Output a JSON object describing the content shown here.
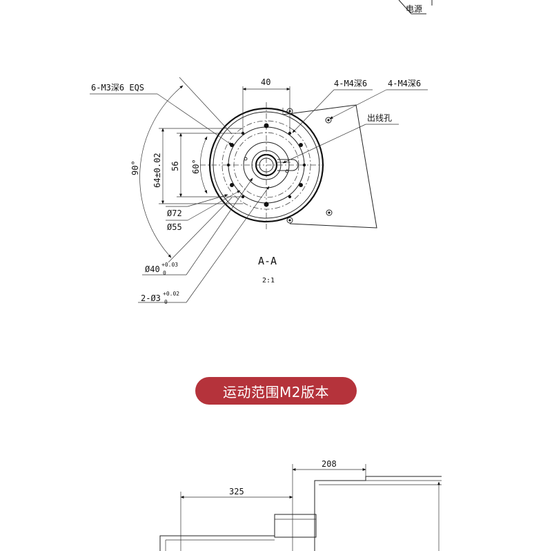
{
  "top_note": "电源",
  "section": {
    "title": "A-A",
    "scale": "2:1",
    "dim_40": "40",
    "callout_6m3": "6-M3深6  EQS",
    "callout_4m4_a": "4-M4深6",
    "callout_4m4_b": "4-M4深6",
    "callout_outlet": "出线孔",
    "angle_90": "90°",
    "dim_64": "64±0.02",
    "dim_56": "56",
    "angle_60": "60°",
    "dia_72": "Ø72",
    "dia_55": "Ø55",
    "dia_40": "Ø40",
    "dia_40_tol_upper": "+0.03",
    "dia_40_tol_lower": "0",
    "hole_2x3": "2-Ø3",
    "hole_2x3_tol_upper": "+0.02",
    "hole_2x3_tol_lower": "0"
  },
  "banner": {
    "label": "运动范围M2版本",
    "color": "#b5333b"
  },
  "bottom_view": {
    "dim_208": "208",
    "dim_325": "325"
  }
}
